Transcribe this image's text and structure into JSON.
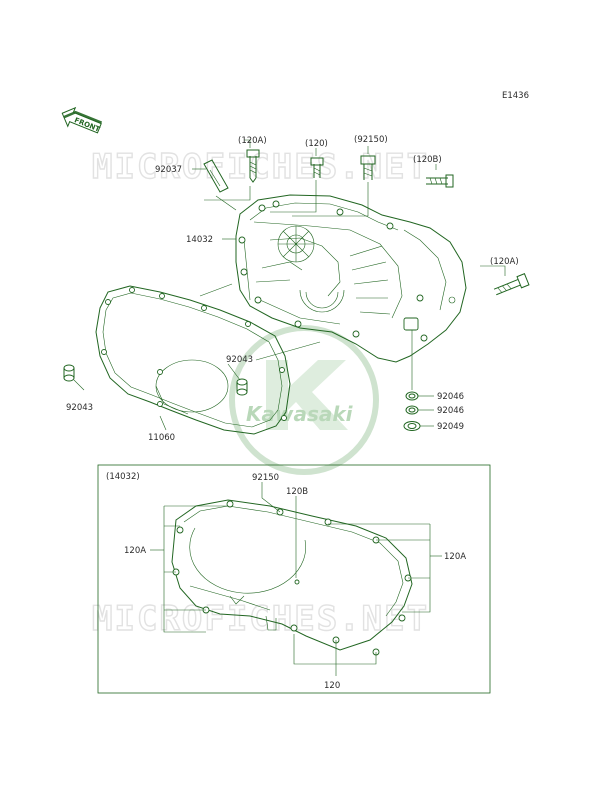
{
  "diagram_code": "E1436",
  "front_label": "FRONT",
  "watermark_text": "MICROFICHES.NET",
  "logo_text": "Kawasaki",
  "callouts": {
    "p120a_top": "(120A)",
    "p120_top": "(120)",
    "p92150_top": "(92150)",
    "p120b_top": "(120B)",
    "p92037": "92037",
    "p14032": "14032",
    "p120a_right": "(120A)",
    "p92043_mid": "92043",
    "p92043_left": "92043",
    "p11060": "11060",
    "p92046_a": "92046",
    "p92046_b": "92046",
    "p92049": "92049"
  },
  "inset": {
    "title": "(14032)",
    "p92150": "92150",
    "p120b": "120B",
    "p120a_left": "120A",
    "p120a_right": "120A",
    "p120_bottom": "120"
  },
  "colors": {
    "line": "#226622",
    "text": "#2b2b2b",
    "watermark": "#e2e2e2",
    "logo": "#cfe3cf"
  }
}
